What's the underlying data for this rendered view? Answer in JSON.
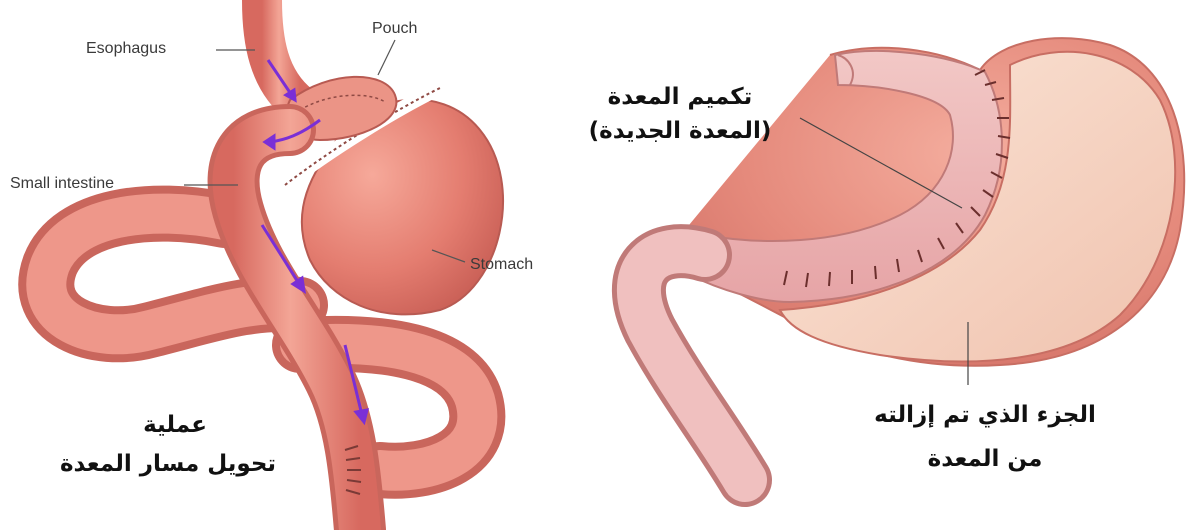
{
  "left_diagram": {
    "labels": {
      "esophagus": "Esophagus",
      "pouch": "Pouch",
      "small_intestine": "Small intestine",
      "stomach": "Stomach"
    },
    "caption_line1": "عملية",
    "caption_line2": "تحويل مسار المعدة"
  },
  "right_diagram": {
    "new_stomach_line1": "تكميم المعدة",
    "new_stomach_line2": "(المعدة الجديدة)",
    "removed_part_line1": "الجزء الذي تم إزالته",
    "removed_part_line2": "من المعدة"
  },
  "colors": {
    "tissue": "#e8857a",
    "tissue_dark": "#c9665c",
    "tissue_light": "#f6b3a6",
    "removed_part": "#f7d8c8",
    "flow_arrow": "#7a2fd6"
  }
}
